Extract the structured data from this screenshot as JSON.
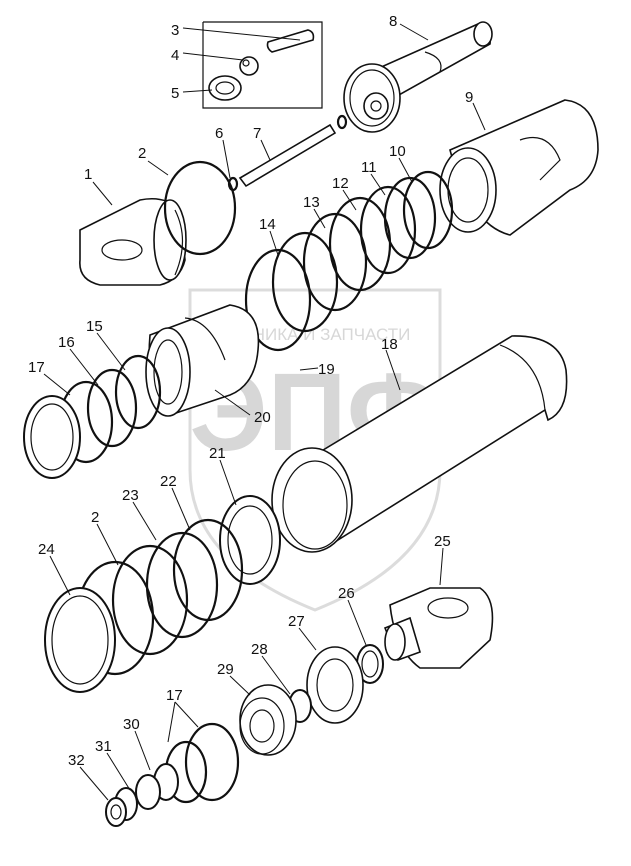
{
  "watermark": {
    "top_text": "ТЕХНИКА И ЗАПЧАСТИ",
    "big_text": "ЭПФ"
  },
  "callouts": [
    {
      "label": "1"
    },
    {
      "label": "2"
    },
    {
      "label": "3"
    },
    {
      "label": "4"
    },
    {
      "label": "5"
    },
    {
      "label": "6"
    },
    {
      "label": "7"
    },
    {
      "label": "8"
    },
    {
      "label": "9"
    },
    {
      "label": "10"
    },
    {
      "label": "11"
    },
    {
      "label": "12"
    },
    {
      "label": "13"
    },
    {
      "label": "14"
    },
    {
      "label": "15"
    },
    {
      "label": "16"
    },
    {
      "label": "17"
    },
    {
      "label": "18"
    },
    {
      "label": "19"
    },
    {
      "label": "20"
    },
    {
      "label": "21"
    },
    {
      "label": "22"
    },
    {
      "label": "23"
    },
    {
      "label": "2"
    },
    {
      "label": "24"
    },
    {
      "label": "25"
    },
    {
      "label": "26"
    },
    {
      "label": "27"
    },
    {
      "label": "28"
    },
    {
      "label": "29"
    },
    {
      "label": "17"
    },
    {
      "label": "30"
    },
    {
      "label": "31"
    },
    {
      "label": "32"
    }
  ]
}
